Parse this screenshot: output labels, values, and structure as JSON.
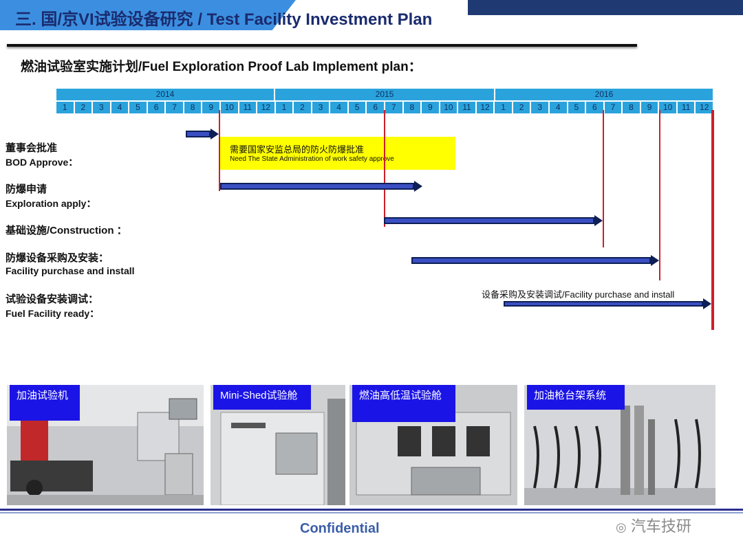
{
  "header": {
    "title": "三.  国/京VI试验设备研究 / Test Facility Investment Plan"
  },
  "subtitle": "燃油试验室实施计划/Fuel Exploration Proof Lab Implement plan：",
  "timeline": {
    "years": [
      "2014",
      "2015",
      "2016"
    ],
    "months": [
      "1",
      "2",
      "3",
      "4",
      "5",
      "6",
      "7",
      "8",
      "9",
      "10",
      "11",
      "12"
    ]
  },
  "rows": [
    {
      "cn": "董事会批准",
      "en": " BOD Approve："
    },
    {
      "cn": "防爆申请",
      "en": "Exploration apply："
    },
    {
      "cn": "基础设施/Construction ：",
      "en": ""
    },
    {
      "cn": "防爆设备采购及安装：",
      "en": "Facility purchase and install"
    },
    {
      "cn": "试验设备安装调试：",
      "en": "Fuel Facility ready："
    }
  ],
  "approval_note": {
    "cn": "需要国家安监总局的防火防爆批准",
    "en": "Need The State Administration of work safety approve"
  },
  "install_note": "设备采购及安装调试/Facility purchase and install",
  "photos": [
    {
      "label": "加油试验机",
      "icon": "fuel-test-machine-photo"
    },
    {
      "label": "Mini-Shed试验舱",
      "icon": "mini-shed-chamber-photo"
    },
    {
      "label": "燃油高低温试验舱",
      "icon": "temperature-chamber-photo"
    },
    {
      "label": "加油枪台架系统",
      "icon": "fuel-nozzle-rack-photo"
    }
  ],
  "footer": {
    "confidential": "Confidential",
    "watermark": "汽车技研"
  },
  "colors": {
    "header_dark": "#1f3a73",
    "header_tab": "#3c8fe0",
    "timeline": "#2aa3dd",
    "arrow": "#3b4fc4",
    "milestone": "#cc1f2a",
    "highlight": "#ffff00",
    "photo_label": "#1b14e6"
  }
}
